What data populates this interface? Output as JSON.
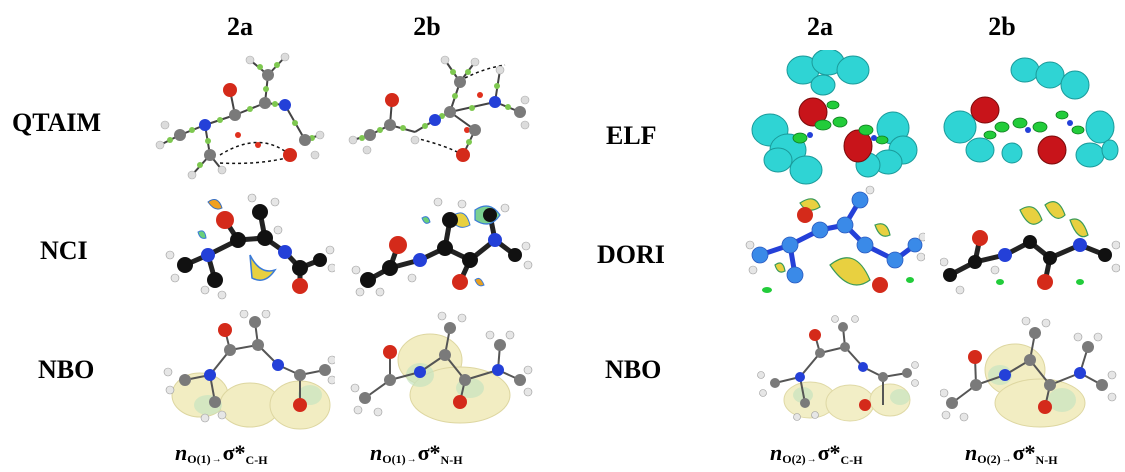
{
  "left_panel": {
    "columns": [
      "2a",
      "2b"
    ],
    "rows": [
      "QTAIM",
      "NCI",
      "NBO"
    ],
    "captions": [
      {
        "n": "n",
        "sub": "O(1)",
        "arrow": "→",
        "sigma": "σ*",
        "bond": "C-H"
      },
      {
        "n": "n",
        "sub": "O(1)",
        "arrow": "→",
        "sigma": "σ*",
        "bond": "N-H"
      }
    ]
  },
  "right_panel": {
    "columns": [
      "2a",
      "2b"
    ],
    "rows": [
      "ELF",
      "DORI",
      "NBO"
    ],
    "captions": [
      {
        "n": "n",
        "sub": "O(2)",
        "arrow": "→",
        "sigma": "σ*",
        "bond": "C-H"
      },
      {
        "n": "n",
        "sub": "O(2)",
        "arrow": "→",
        "sigma": "σ*",
        "bond": "N-H"
      }
    ]
  },
  "colors": {
    "oxygen": "#d42a1a",
    "nitrogen": "#2440d8",
    "carbon": "#7a7a7a",
    "hydrogen": "#e6e6e6",
    "elf_basin": "#2fd4d4",
    "nbo_lobe": "#f0eab8"
  }
}
